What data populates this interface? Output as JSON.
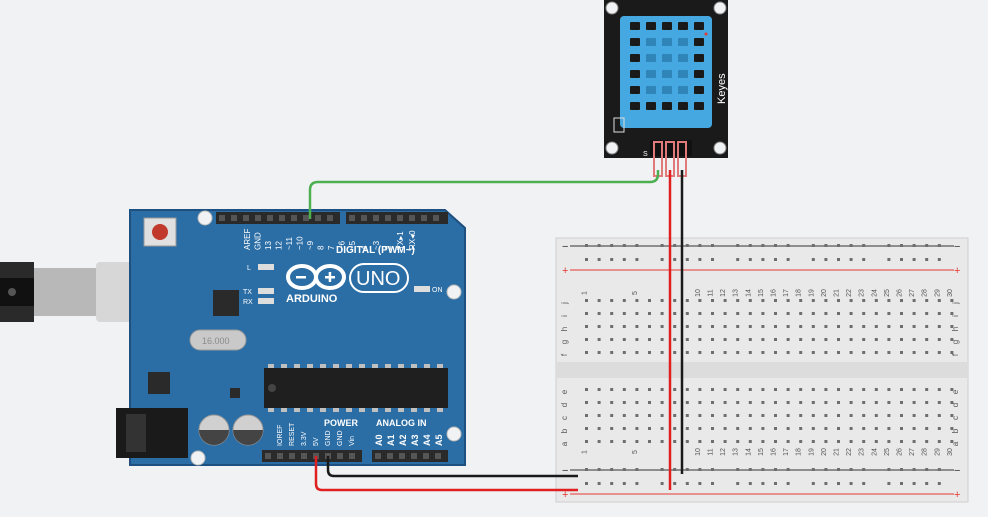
{
  "canvas": {
    "background": "#f1f2f4"
  },
  "arduino": {
    "brand": "ARDUINO",
    "model": "UNO",
    "digital_header": "DIGITAL (PWM~)",
    "power_header": "POWER",
    "analog_header": "ANALOG IN",
    "digital_pins": [
      "AREF",
      "GND",
      "13",
      "12",
      "~11",
      "~10",
      "~9",
      "8",
      "7",
      "~6",
      "~5",
      "4",
      "~3",
      "2",
      "TX▸1",
      "RX◂0"
    ],
    "power_pins": [
      "IOREF",
      "RESET",
      "3.3V",
      "5V",
      "GND",
      "GND",
      "Vin"
    ],
    "analog_pins": [
      "A0",
      "A1",
      "A2",
      "A3",
      "A4",
      "A5"
    ],
    "led_labels": {
      "l": "L",
      "tx": "TX",
      "rx": "RX",
      "on": "ON"
    },
    "crystal_label": "16.000",
    "colors": {
      "board": "#2b6da5",
      "board_edge": "#1d4f80",
      "header": "#2a2a2a"
    }
  },
  "sensor": {
    "brand": "Keyes",
    "pin_label": "S",
    "colors": {
      "pcb": "#1a1a1a",
      "housing": "#45a8e0",
      "pins": "#e17a7a"
    }
  },
  "breadboard": {
    "column_numbers": [
      "1",
      "5",
      "10",
      "11",
      "12",
      "13",
      "14",
      "15",
      "16",
      "17",
      "18",
      "19",
      "20",
      "21",
      "22",
      "23",
      "24",
      "25",
      "26",
      "27",
      "28",
      "29",
      "30"
    ],
    "row_letters_top": [
      "j",
      "i",
      "h",
      "g",
      "f"
    ],
    "row_letters_bottom": [
      "e",
      "d",
      "c",
      "b",
      "a"
    ],
    "rail_minus": "−",
    "rail_plus": "+",
    "colors": {
      "body": "#e9e9e9",
      "hole": "#6e6e6e",
      "rail_red": "#e53935",
      "rail_dark": "#333333"
    }
  },
  "wires": {
    "signal_color": "#4caf50",
    "power_color": "#e02020",
    "ground_color": "#1a1a1a"
  }
}
